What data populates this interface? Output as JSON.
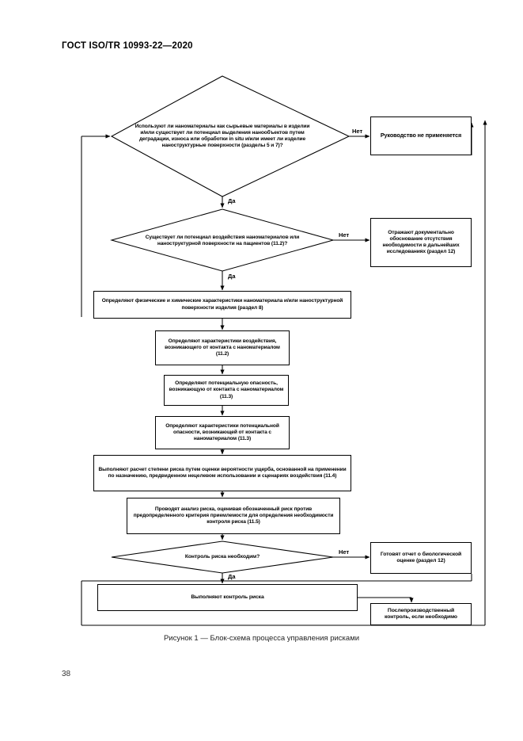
{
  "document": {
    "header": "ГОСТ ISO/TR 10993-22—2020",
    "page_number": "38",
    "figure_caption": "Рисунок 1 — Блок-схема процесса управления рисками"
  },
  "flowchart": {
    "type": "flowchart",
    "nodes": [
      {
        "id": "d1",
        "shape": "diamond",
        "text": "Используют ли наноматериалы как сырьевые материалы в изделии и/или существует ли потенциал выделения нанообъектов путем деградации, износа или обработки in situ и/или имеет ли изделие наноструктурные поверхности (разделы 5 и 7)?"
      },
      {
        "id": "b1",
        "shape": "rect",
        "text": "Руководство не применяется"
      },
      {
        "id": "d2",
        "shape": "diamond",
        "text": "Существует ли потенциал воздействия наноматериалов или наноструктурной поверхности на пациентов (11.2)?"
      },
      {
        "id": "b2",
        "shape": "rect",
        "text": "Отражают документально обоснование отсутствия необходимости в дальнейших исследованиях (раздел 12)"
      },
      {
        "id": "b3",
        "shape": "rect",
        "text": "Определяют физические и химические характеристики наноматериала и/или наноструктурной поверхности изделия (раздел 8)"
      },
      {
        "id": "b4",
        "shape": "rect",
        "text": "Определяют характеристики воздействия, возникающего от контакта с наноматериалом (11.2)"
      },
      {
        "id": "b5",
        "shape": "rect",
        "text": "Определяют потенциальную опасность, возникающую от контакта с наноматериалом (11.3)"
      },
      {
        "id": "b6",
        "shape": "rect",
        "text": "Определяют характеристики потенциальной опасности, возникающей от контакта с наноматериалом (11.3)"
      },
      {
        "id": "b7",
        "shape": "rect",
        "text": "Выполняют расчет степени риска путем оценки вероятности ущерба, основанной на применении по назначению, предвиденном нецелевом использовании и сценариях воздействия (11.4)"
      },
      {
        "id": "b8",
        "shape": "rect",
        "text": "Проводят анализ риска, оценивая обозначенный риск против предопределенного критерия приемлемости для определения необходимости контроля риска (11.5)"
      },
      {
        "id": "d3",
        "shape": "diamond",
        "text": "Контроль риска необходим?"
      },
      {
        "id": "b9",
        "shape": "rect",
        "text": "Готовят отчет о биологической оценке (раздел 12)"
      },
      {
        "id": "b10",
        "shape": "rect",
        "text": "Выполняют контроль риска"
      },
      {
        "id": "b11",
        "shape": "rect",
        "text": "Послепроизводственный контроль, если необходимо"
      }
    ],
    "edge_labels": {
      "d1_no": "Нет",
      "d1_yes": "Да",
      "d2_no": "Нет",
      "d2_yes": "Да",
      "d3_no": "Нет",
      "d3_yes": "Да"
    }
  }
}
